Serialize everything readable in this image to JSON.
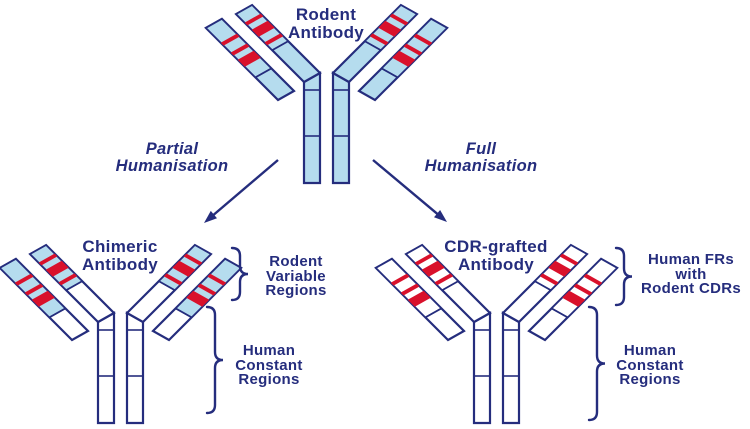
{
  "colors": {
    "outline": "#252d7d",
    "text": "#252d7d",
    "rodent_fill": "#b5dcee",
    "human_fill": "#ffffff",
    "cdr_stripe": "#d9112b",
    "background": "#ffffff"
  },
  "antibodies": [
    {
      "id": "rodent",
      "label_lines": [
        "Rodent",
        "Antibody"
      ],
      "variable_regions": "rodent",
      "constant_regions": "rodent"
    },
    {
      "id": "chimeric",
      "label_lines": [
        "Chimeric",
        "Antibody"
      ],
      "variable_regions": "rodent",
      "constant_regions": "human"
    },
    {
      "id": "cdr_grafted",
      "label_lines": [
        "CDR-grafted",
        "Antibody"
      ],
      "variable_regions": "human FRs with rodent CDRs",
      "constant_regions": "human"
    }
  ],
  "arrows": [
    {
      "id": "partial",
      "label_lines": [
        "Partial",
        "Humanisation"
      ]
    },
    {
      "id": "full",
      "label_lines": [
        "Full",
        "Humanisation"
      ]
    }
  ],
  "annotations": [
    {
      "id": "rodent_variable",
      "target": "chimeric",
      "label_lines": [
        "Rodent",
        "Variable",
        "Regions"
      ]
    },
    {
      "id": "human_constant_left",
      "target": "chimeric",
      "label_lines": [
        "Human",
        "Constant",
        "Regions"
      ]
    },
    {
      "id": "human_frs",
      "target": "cdr_grafted",
      "label_lines": [
        "Human FRs",
        "with",
        "Rodent CDRs"
      ]
    },
    {
      "id": "human_constant_right",
      "target": "cdr_grafted",
      "label_lines": [
        "Human",
        "Constant",
        "Regions"
      ]
    }
  ]
}
